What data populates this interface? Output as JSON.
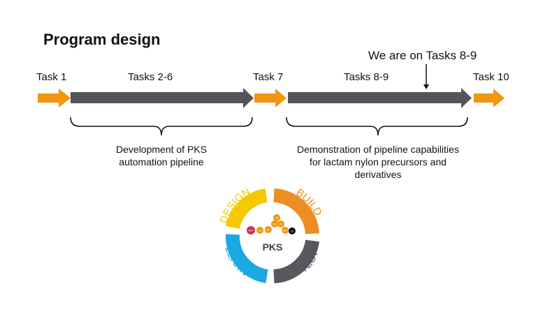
{
  "title": "Program design",
  "note": "We are on Tasks 8-9",
  "tasks": [
    {
      "label": "Task 1",
      "color": "#f0960f"
    },
    {
      "label": "Tasks 2-6",
      "color": "#54545a"
    },
    {
      "label": "Task 7",
      "color": "#f0960f"
    },
    {
      "label": "Tasks 8-9",
      "color": "#54545a"
    },
    {
      "label": "Task 10",
      "color": "#f0960f"
    }
  ],
  "phases": [
    {
      "text_lines": [
        "Development of PKS",
        "automation pipeline"
      ]
    },
    {
      "text_lines": [
        "Demonstration of pipeline capabilities",
        "for lactam nylon precursors and",
        "derivatives"
      ]
    }
  ],
  "cycle": {
    "center": "PKS",
    "stages": [
      {
        "label": "DESIGN",
        "color": "#f5c800"
      },
      {
        "label": "BUILD",
        "color": "#ee8e22"
      },
      {
        "label": "TEST",
        "color": "#58575d"
      },
      {
        "label": "LEARN",
        "color": "#1ca8e0"
      }
    ],
    "domains": [
      "ACP",
      "KS",
      "AT",
      "DH",
      "ER",
      "KR",
      "ACP",
      "TE"
    ]
  }
}
